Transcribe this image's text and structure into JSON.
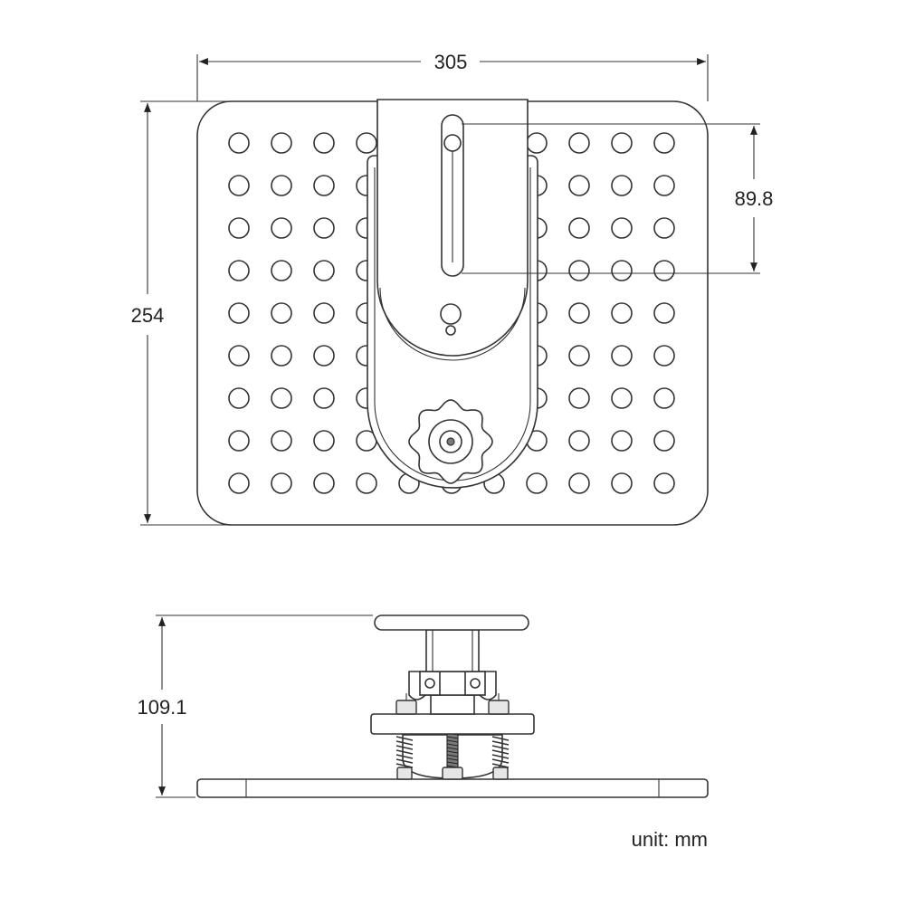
{
  "dimensions": {
    "width": "305",
    "height": "254",
    "slot_length": "89.8",
    "total_height": "109.1"
  },
  "unit_label": "unit: mm",
  "icons": {
    "arrow": "filled-triangle-arrowhead",
    "knob": "star-knob-icon"
  },
  "colors": {
    "line": "#333333",
    "fill": "#ffffff",
    "shade": "#e6e6e6"
  }
}
